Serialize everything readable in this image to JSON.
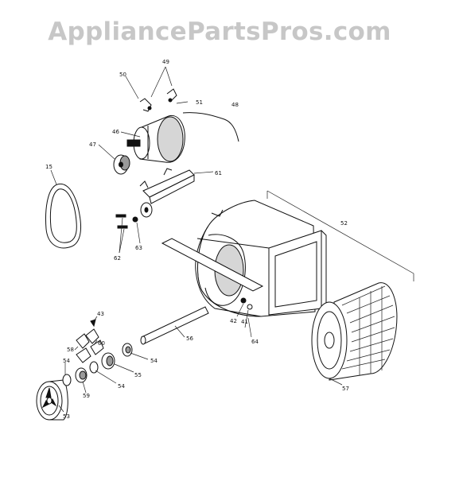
{
  "site": {
    "watermark": "AppliancePartsPros.com"
  },
  "diagram": {
    "labels": {
      "p15": "15",
      "p41": "41",
      "p42": "42",
      "p43": "43",
      "p46": "46",
      "p47": "47",
      "p48": "48",
      "p49": "49",
      "p50": "50",
      "p51": "51",
      "p52": "52",
      "p53": "53",
      "p54a": "54",
      "p54b": "54",
      "p54c": "54",
      "p55": "55",
      "p56": "56",
      "p57": "57",
      "p58": "58",
      "p59": "59",
      "p60": "60",
      "p61": "61",
      "p62": "62",
      "p63": "63",
      "p64": "64"
    },
    "colors": {
      "ink": "#111111",
      "watermark": "#c7c7c7",
      "background": "#ffffff"
    }
  }
}
